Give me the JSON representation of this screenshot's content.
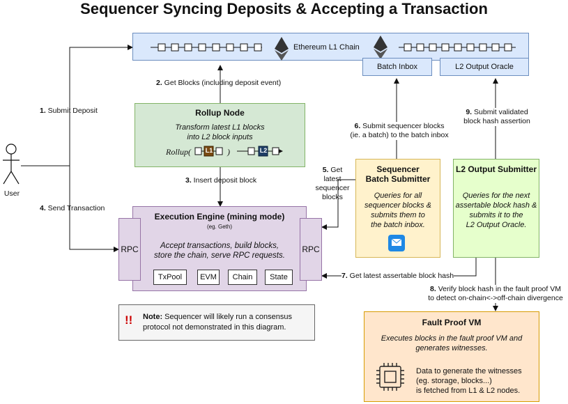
{
  "title": "Sequencer Syncing Deposits & Accepting a Transaction",
  "l1": {
    "label": "Ethereum L1 Chain",
    "batch_inbox": "Batch Inbox",
    "output_oracle": "L2 Output Oracle"
  },
  "user": {
    "label": "User"
  },
  "rollup_node": {
    "title": "Rollup Node",
    "desc_line1": "Transform latest L1 blocks",
    "desc_line2": "into L2 block inputs",
    "formula_prefix": "Rollup(",
    "formula_suffix": ")",
    "l1_tag": "L1",
    "l2_tag": "L2"
  },
  "engine": {
    "title": "Execution Engine (mining mode)",
    "subtitle": "(eg. Geth)",
    "desc_line1": "Accept transactions, build blocks,",
    "desc_line2": "store the chain, serve RPC requests.",
    "rpc_left": "RPC",
    "rpc_right": "RPC",
    "components": [
      "TxPool",
      "EVM",
      "Chain",
      "State"
    ]
  },
  "batch_submitter": {
    "title_line1": "Sequencer",
    "title_line2": "Batch Submitter",
    "desc": [
      "Queries for all",
      "sequencer blocks &",
      "submits them to",
      "the batch inbox."
    ]
  },
  "output_submitter": {
    "title": "L2 Output Submitter",
    "desc": [
      "Queries for the next",
      "assertable block hash &",
      "submits it to the",
      "L2 Output Oracle."
    ]
  },
  "fault_proof": {
    "title": "Fault Proof VM",
    "desc_line1": "Executes blocks in the fault proof VM and",
    "desc_line2": "generates witnesses.",
    "data": [
      "Data to generate the witnesses",
      "(eg. storage, blocks...)",
      "is fetched from L1 & L2 nodes."
    ]
  },
  "note": {
    "marks": "!!",
    "label": "Note:",
    "line1": " Sequencer will likely run a consensus",
    "line2": "protocol not demonstrated in this diagram."
  },
  "steps": {
    "s1": {
      "num": "1.",
      "text": " Submit Deposit"
    },
    "s2": {
      "num": "2.",
      "text": " Get Blocks (including deposit event)"
    },
    "s3": {
      "num": "3.",
      "text": " Insert deposit block"
    },
    "s4": {
      "num": "4.",
      "text": " Send Transaction"
    },
    "s5": {
      "num": "5.",
      "text_lines": [
        " Get",
        "latest",
        "sequencer",
        "blocks"
      ]
    },
    "s6": {
      "num": "6.",
      "text_line1": " Submit sequencer blocks",
      "text_line2": "(ie. a batch) to the batch inbox"
    },
    "s7": {
      "num": "7.",
      "text": " Get latest assertable block hash"
    },
    "s8": {
      "num": "8.",
      "text_line1": " Verify block hash in the fault proof VM",
      "text_line2": "to detect on-chain<->off-chain divergence"
    },
    "s9": {
      "num": "9.",
      "text_line1": " Submit validated",
      "text_line2": "block hash assertion"
    }
  },
  "colors": {
    "l1_fill": "#dae8fc",
    "l1_stroke": "#6c8ebf",
    "rollup_fill": "#d5e8d4",
    "rollup_stroke": "#82b366",
    "engine_fill": "#e1d5e7",
    "engine_stroke": "#9673a6",
    "batch_fill": "#fff2cc",
    "batch_stroke": "#d6b656",
    "output_fill": "#e6ffcc",
    "output_stroke": "#82b366",
    "fault_fill": "#ffe6cc",
    "fault_stroke": "#d79b00",
    "note_fill": "#f5f5f5",
    "note_stroke": "#666666",
    "alert": "#cc0000"
  }
}
